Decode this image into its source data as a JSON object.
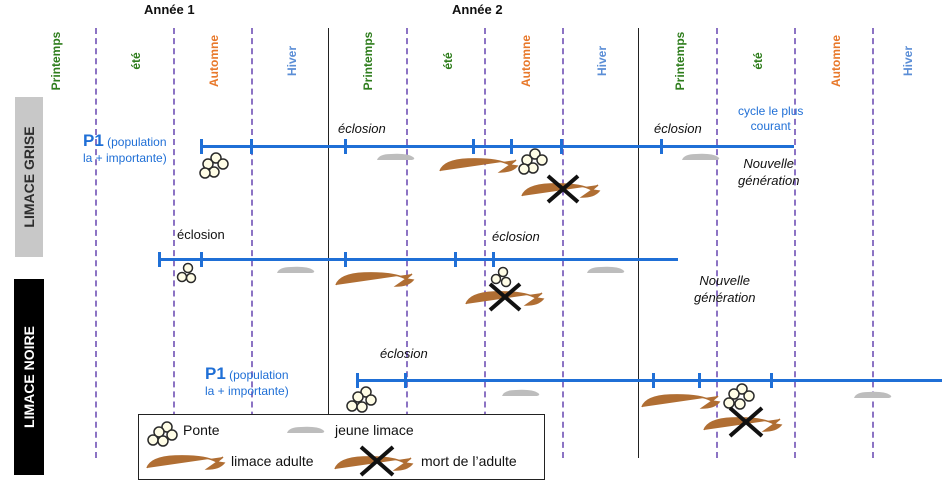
{
  "years": [
    "Année 1",
    "Année 2"
  ],
  "seasons": [
    "Printemps",
    "été",
    "Automne",
    "Hiver",
    "Printemps",
    "été",
    "Automne",
    "Hiver",
    "Printemps",
    "été",
    "Automne",
    "Hiver"
  ],
  "season_colors": {
    "Printemps": "#2e7d1c",
    "été": "#2e7d1c",
    "Automne": "#e8782a",
    "Hiver": "#5b8ed6"
  },
  "bands": {
    "grise": "LIMACE GRISE",
    "noire": "LIMACE NOIRE"
  },
  "band_colors": {
    "grise_bg": "#c8c8c8",
    "grise_text": "#2d2d2d",
    "noire_bg": "#000000",
    "noire_text": "#ffffff"
  },
  "line_color": "#1f6fd6",
  "labels": {
    "eclosion": "éclosion",
    "p1": "P1",
    "p1_detail_line1": "(population",
    "p1_detail_line2": "la + importante)",
    "cycle_line1": "cycle le plus",
    "cycle_line2": "courant",
    "nouvelle": "Nouvelle",
    "generation": "génération"
  },
  "legend": {
    "ponte": "Ponte",
    "jeune": "jeune limace",
    "adulte": "limace adulte",
    "mort": "mort de l’adulte"
  }
}
